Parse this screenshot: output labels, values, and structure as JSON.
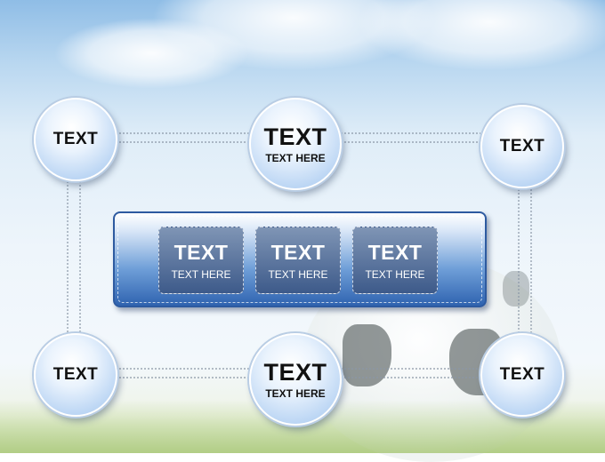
{
  "nodes": {
    "top_left": {
      "title": "TEXT"
    },
    "top_center": {
      "title": "TEXT",
      "subtitle": "TEXT HERE"
    },
    "top_right": {
      "title": "TEXT"
    },
    "bottom_left": {
      "title": "TEXT"
    },
    "bottom_center": {
      "title": "TEXT",
      "subtitle": "TEXT HERE"
    },
    "bottom_right": {
      "title": "TEXT"
    }
  },
  "panel": {
    "boxes": [
      {
        "title": "TEXT",
        "subtitle": "TEXT HERE"
      },
      {
        "title": "TEXT",
        "subtitle": "TEXT HERE"
      },
      {
        "title": "TEXT",
        "subtitle": "TEXT HERE"
      }
    ]
  },
  "colors": {
    "panel_blue": "#2f63b0",
    "box_blue": "#3d5a8a",
    "circle_light": "#bcd6f4"
  }
}
